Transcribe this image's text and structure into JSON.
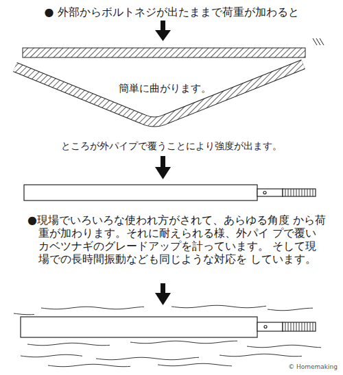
{
  "diagram": {
    "labels": [
      "● 外部からボルトネジが出たままで荷重が加わると",
      "簡単に曲がります。",
      "ところが外パイプで覆うことにより強度が出ます。",
      "●現場でいろいろな使われ方がされて、あらゆる角度 から荷重が加わります。それに耐えられる様、外パイ プで覆いカベツナギのグレードアップを計っています。 そして現場での長時間振動なども同じような対応を しています。",
      "© Homemaking"
    ]
  }
}
